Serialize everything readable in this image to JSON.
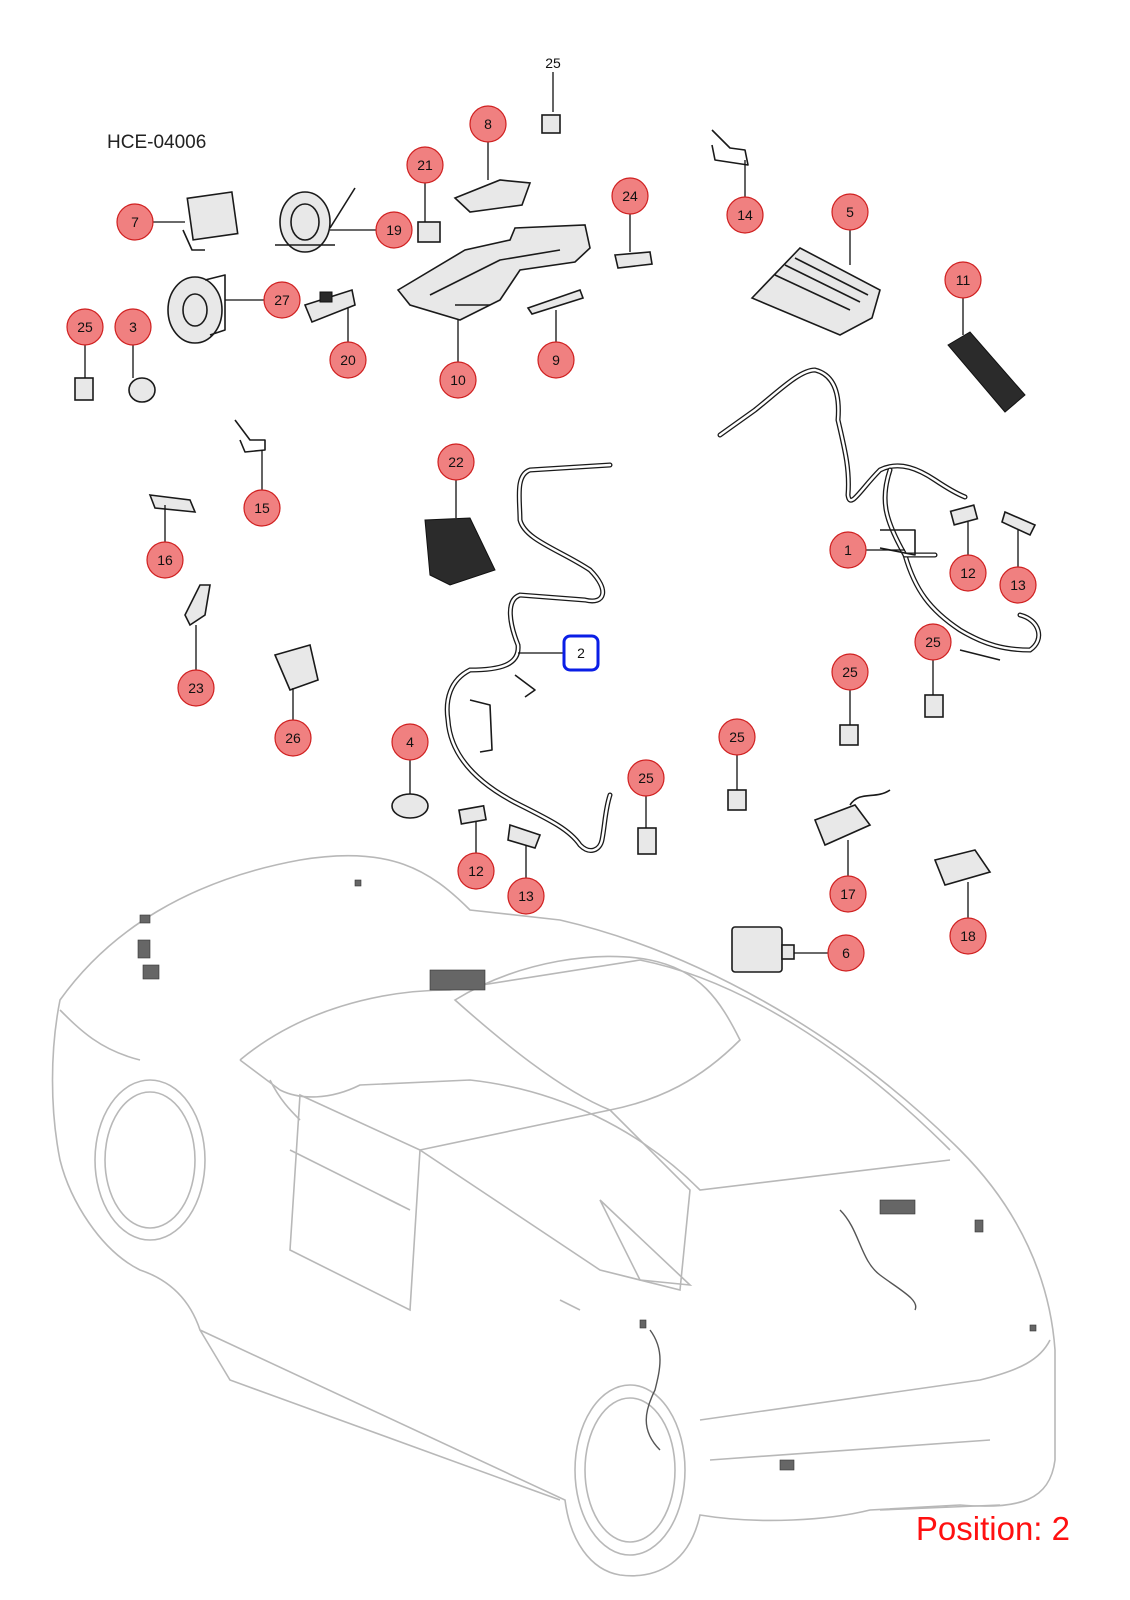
{
  "doc_code": "HCE-04006",
  "position_label": "Position: 2",
  "colors": {
    "bubble_fill": "#f08080",
    "bubble_stroke": "#d02020",
    "selected_outline": "#0a1ee6",
    "position_text": "#ff1010"
  },
  "callouts": {
    "c1": "1",
    "c2": "2",
    "c3": "3",
    "c4": "4",
    "c5": "5",
    "c6": "6",
    "c7": "7",
    "c8": "8",
    "c9": "9",
    "c10": "10",
    "c11": "11",
    "c12a": "12",
    "c12b": "12",
    "c13a": "13",
    "c13b": "13",
    "c14": "14",
    "c15": "15",
    "c16": "16",
    "c17": "17",
    "c18": "18",
    "c19": "19",
    "c20": "20",
    "c21": "21",
    "c22": "22",
    "c23": "23",
    "c24": "24",
    "c25a": "25",
    "c25b": "25",
    "c25c": "25",
    "c25d": "25",
    "c25e": "25",
    "c25f": "25",
    "c26": "26",
    "c27": "27"
  },
  "selected_position": "2"
}
